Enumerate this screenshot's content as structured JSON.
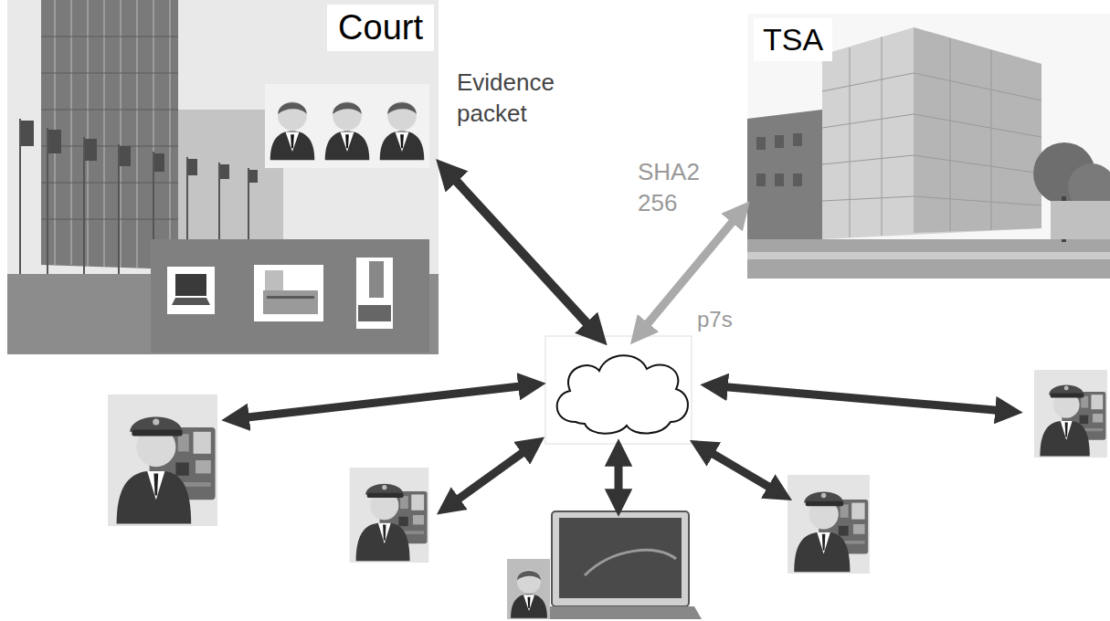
{
  "diagram": {
    "nodes": [
      {
        "text": [
          "Court"
        ]
      },
      {
        "text": [
          "TSA"
        ]
      },
      {
        "text": [
          "p7s"
        ]
      }
    ],
    "edges": [
      {
        "from": 0,
        "to": 2,
        "arrow": "both",
        "label": "Evidence packet"
      },
      {
        "from": 1,
        "to": 2,
        "arrow": "both",
        "label": "SHA2 256"
      }
    ]
  }
}
